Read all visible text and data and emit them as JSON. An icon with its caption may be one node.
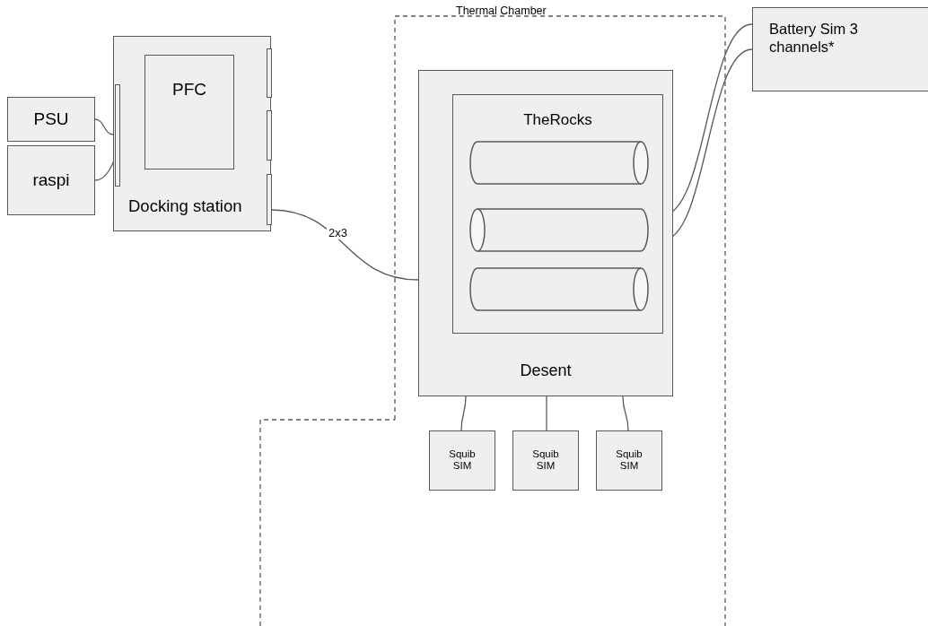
{
  "diagram": {
    "nodes": [
      {
        "text": [
          "Thermal Chamber"
        ]
      },
      {
        "text": [
          "PSU"
        ]
      },
      {
        "text": [
          "raspi"
        ]
      },
      {
        "text": [
          "Docking station"
        ]
      },
      {
        "text": [
          "PFC"
        ],
        "in": 3
      },
      {
        "text": [
          "Desent"
        ],
        "in": 0
      },
      {
        "text": [
          "TheRocks"
        ],
        "in": 5
      },
      {
        "text": [],
        "shape": "cylinder",
        "in": 6
      },
      {
        "text": [],
        "shape": "cylinder",
        "in": 6
      },
      {
        "text": [],
        "shape": "cylinder",
        "in": 6
      },
      {
        "text": [
          "Squib SIM"
        ],
        "in": 0
      },
      {
        "text": [
          "Squib SIM"
        ],
        "in": 0
      },
      {
        "text": [
          "Squib SIM"
        ],
        "in": 0
      },
      {
        "text": [
          "Battery Sim 3 channels*"
        ]
      }
    ],
    "edges": [
      {
        "from": 1,
        "to": 3,
        "arrow": "none"
      },
      {
        "from": 2,
        "to": 4,
        "arrow": "none"
      },
      {
        "from": 3,
        "to": 5,
        "arrow": "none",
        "label": "2x3"
      },
      {
        "from": 13,
        "to": 6,
        "arrow": "none"
      },
      {
        "from": 13,
        "to": 6,
        "arrow": "none"
      },
      {
        "from": 5,
        "to": 10,
        "arrow": "none"
      },
      {
        "from": 5,
        "to": 11,
        "arrow": "none"
      },
      {
        "from": 5,
        "to": 12,
        "arrow": "none"
      }
    ]
  }
}
